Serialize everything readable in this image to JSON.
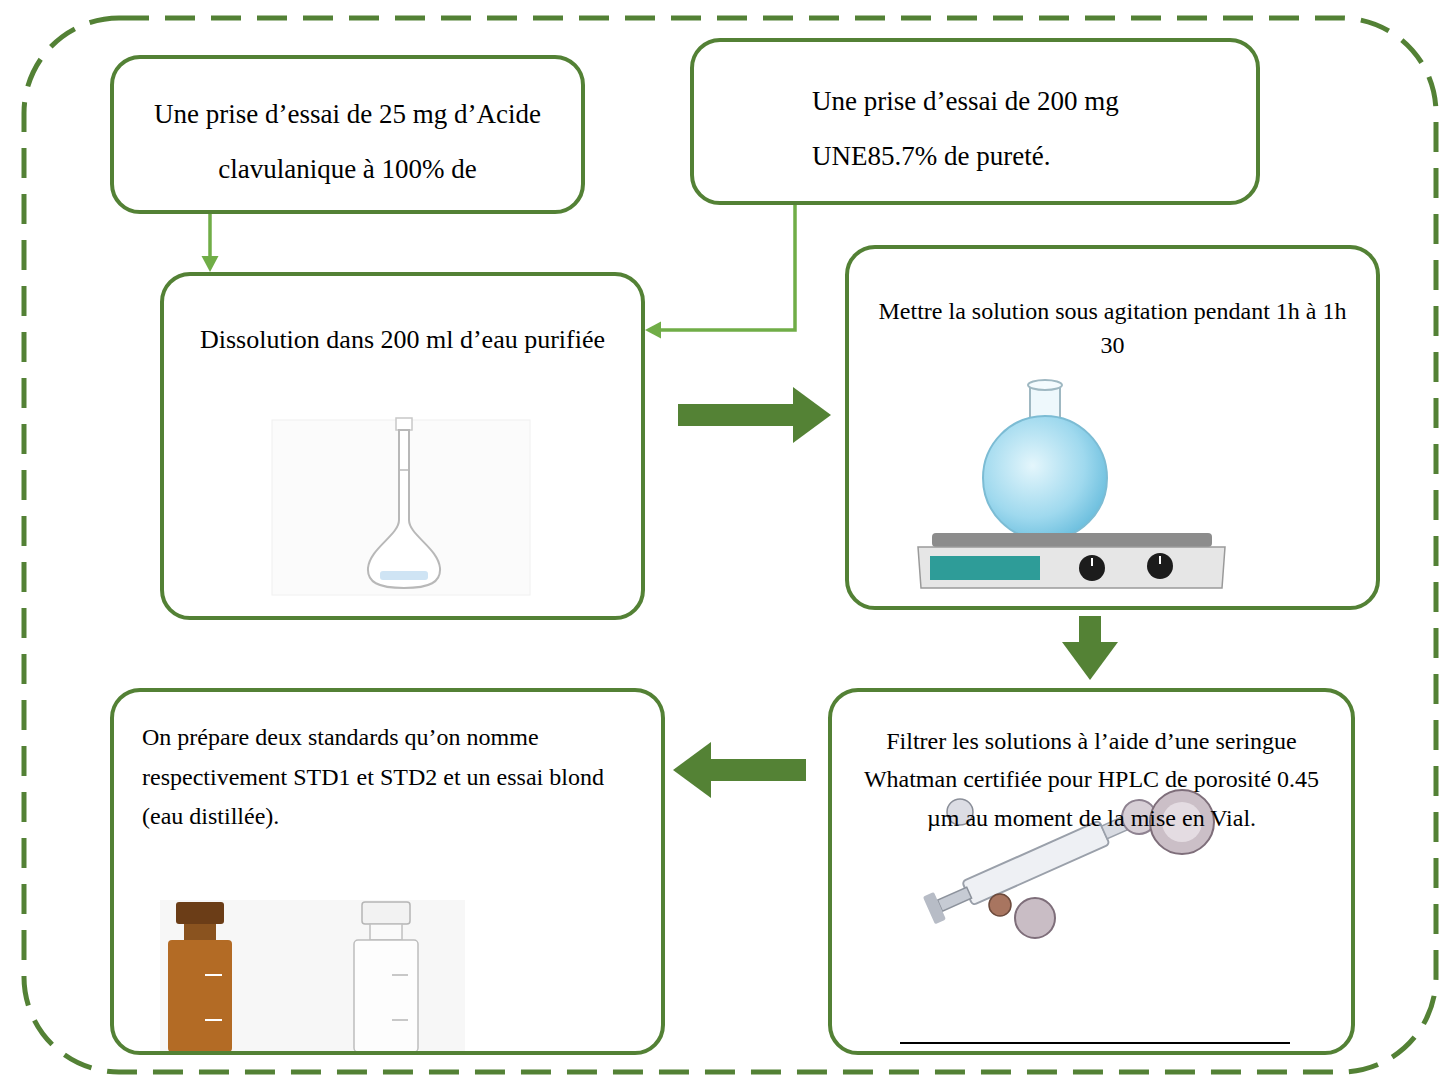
{
  "diagram": {
    "nodes": [
      {
        "text": [
          "Une prise d’essai de 25 mg d’Acide clavulanique à 100% de"
        ]
      },
      {
        "text": [
          "Une prise d’essai de 200 mg UNE85.7% de pureté."
        ]
      },
      {
        "text": [
          "Dissolution dans 200 ml d’eau purifiée"
        ]
      },
      {
        "text": [
          "Mettre la solution sous agitation pendant 1h à 1h 30"
        ]
      },
      {
        "text": [
          "Filtrer les solutions à l’aide d’une seringue Whatman certifiée pour HPLC de porosité 0.45 µm au moment de la mise en Vial."
        ]
      },
      {
        "text": [
          "On prépare deux standards qu’on nomme respectivement STD1 et STD2 et un essai blond (eau distillée)."
        ]
      }
    ],
    "edges": [
      {
        "from": 0,
        "to": 2,
        "arrow": "to"
      },
      {
        "from": 1,
        "to": 2,
        "arrow": "to"
      },
      {
        "from": 2,
        "to": 3,
        "arrow": "to"
      },
      {
        "from": 3,
        "to": 4,
        "arrow": "to"
      },
      {
        "from": 4,
        "to": 5,
        "arrow": "to"
      }
    ]
  }
}
